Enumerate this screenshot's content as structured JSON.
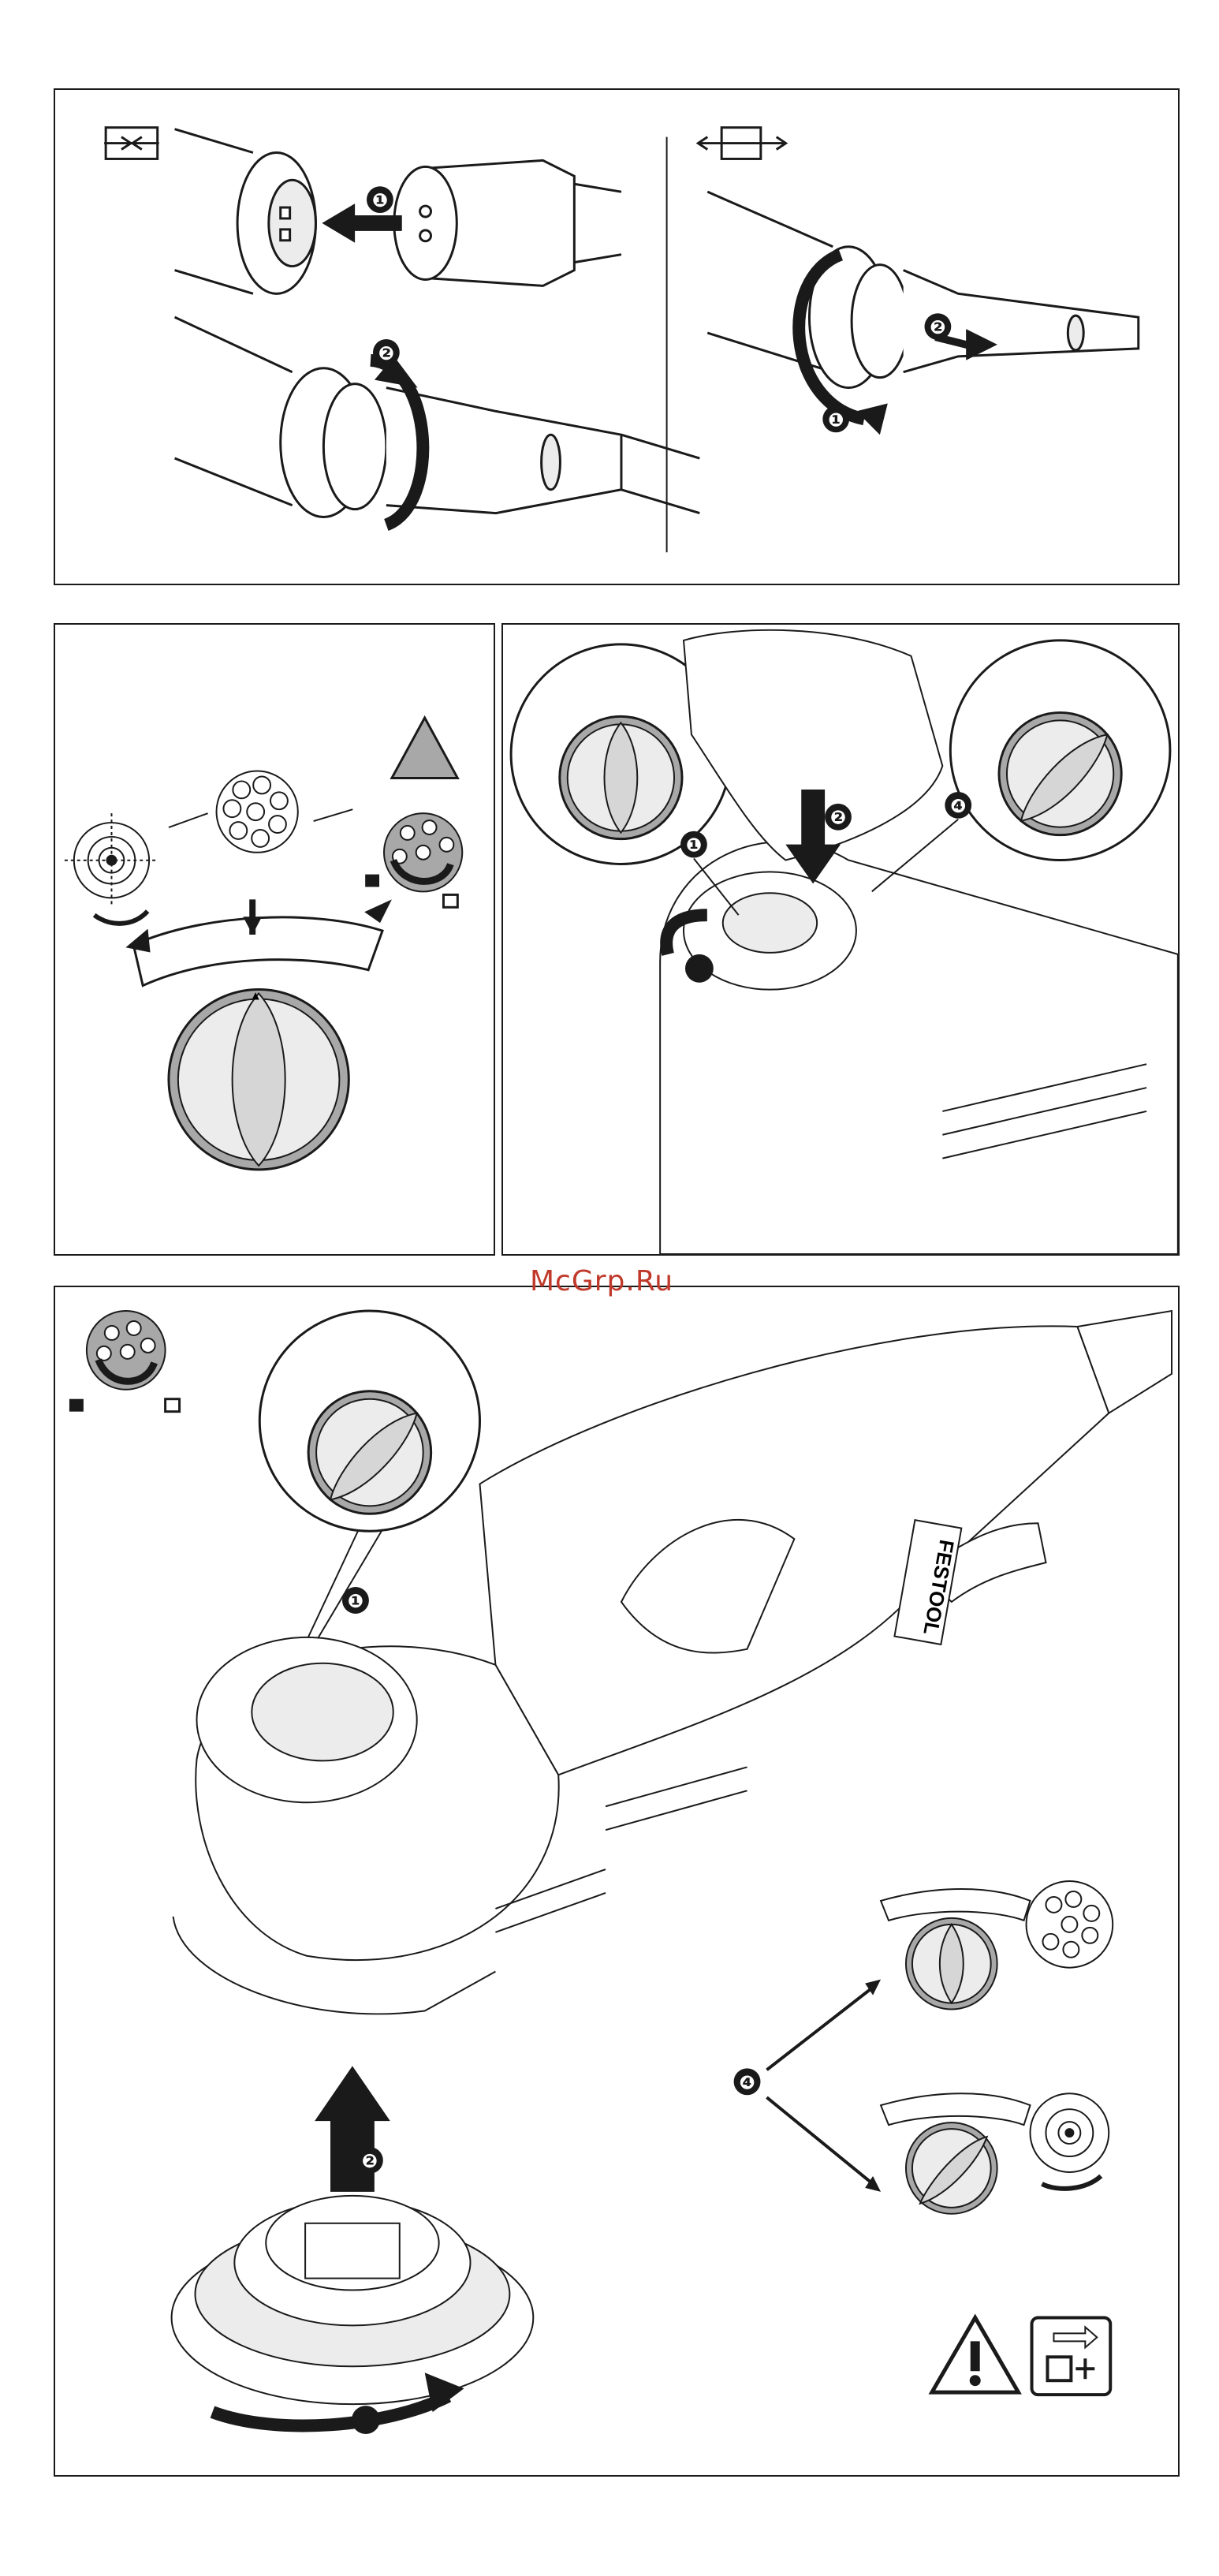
{
  "watermark": {
    "text": "McGrp.Ru"
  },
  "panels": {
    "top": {
      "left_steps": [
        "❶",
        "❷"
      ],
      "right_steps": [
        "❶",
        "❷"
      ],
      "left_icon": "connect-icon",
      "right_icon": "disconnect-icon"
    },
    "mode_selector": {
      "dial_marker": "▲",
      "warning_icon": "warning-triangle-icon",
      "lock_icon": "padlock-closed-icon",
      "unlock_icon": "padlock-open-icon"
    },
    "dial_change": {
      "steps": [
        "❶",
        "❷",
        "❹"
      ]
    },
    "sander": {
      "steps": [
        "❶",
        "❷",
        "❹"
      ],
      "brand": "FESTOOL",
      "warning_icon": "warning-exclamation-icon",
      "unplug_icon": "unplug-before-service-icon"
    }
  },
  "colors": {
    "line": "#1a1a1a",
    "fill_grey": "#d6d6d6",
    "fill_light": "#ececec",
    "watermark": "#c0392b"
  }
}
